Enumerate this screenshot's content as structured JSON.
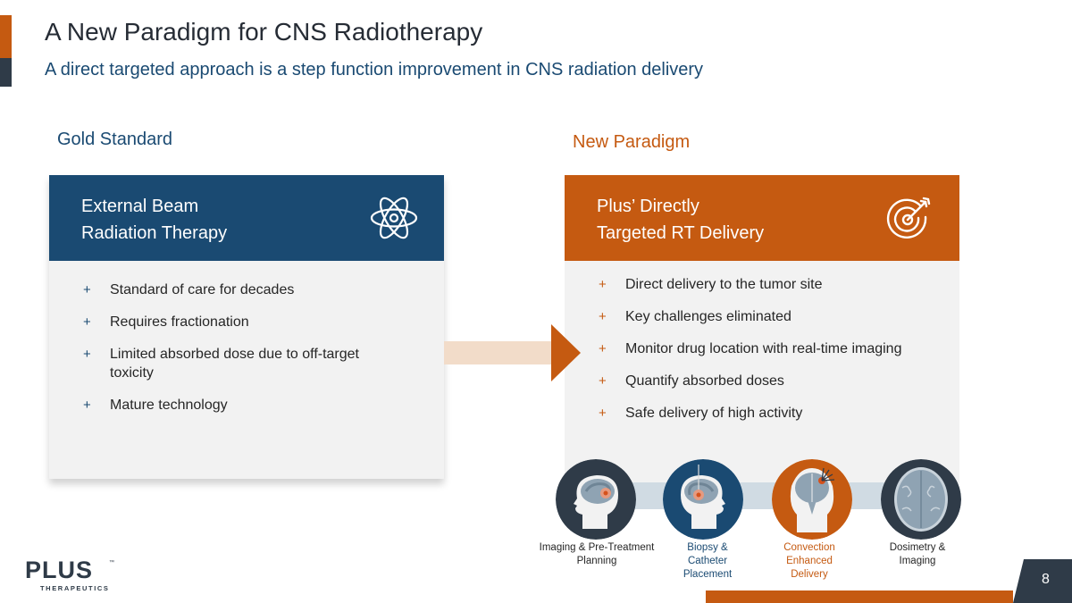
{
  "slide": {
    "title": "A New Paradigm for CNS Radiotherapy",
    "subtitle": "A direct targeted approach is a step function improvement in CNS radiation delivery",
    "page_number": "8"
  },
  "colors": {
    "navy": "#1a4a72",
    "orange": "#c55a11",
    "charcoal": "#2f3b48",
    "panel": "#f2f2f2"
  },
  "left": {
    "label": "Gold Standard",
    "header_line1": "External Beam",
    "header_line2": "Radiation Therapy",
    "icon": "atom-icon",
    "bullet_symbol": "+",
    "bullets": [
      "Standard of care for decades",
      "Requires fractionation",
      "Limited absorbed dose due to off-target toxicity",
      "Mature technology"
    ]
  },
  "right": {
    "label": "New Paradigm",
    "header_line1": "Plus’ Directly",
    "header_line2": "Targeted RT Delivery",
    "icon": "target-arrow-icon",
    "bullet_symbol": "+",
    "bullets": [
      "Direct delivery to the tumor site",
      "Key challenges eliminated",
      "Monitor drug location with real-time imaging",
      "Quantify absorbed doses",
      "Safe delivery of high activity"
    ]
  },
  "steps": [
    {
      "line1": "Imaging & Pre-Treatment",
      "line2": "Planning",
      "line3": "",
      "icon": "head-brain-tumor-icon"
    },
    {
      "line1": "Biopsy &",
      "line2": "Catheter",
      "line3": "Placement",
      "icon": "head-catheter-icon"
    },
    {
      "line1": "Convection",
      "line2": "Enhanced",
      "line3": "Delivery",
      "icon": "brain-infusion-icon"
    },
    {
      "line1": "Dosimetry &",
      "line2": "Imaging",
      "line3": "",
      "icon": "brain-scan-icon"
    }
  ],
  "logo": {
    "name": "PLUS",
    "trademark": "™",
    "tagline": "THERAPEUTICS"
  }
}
